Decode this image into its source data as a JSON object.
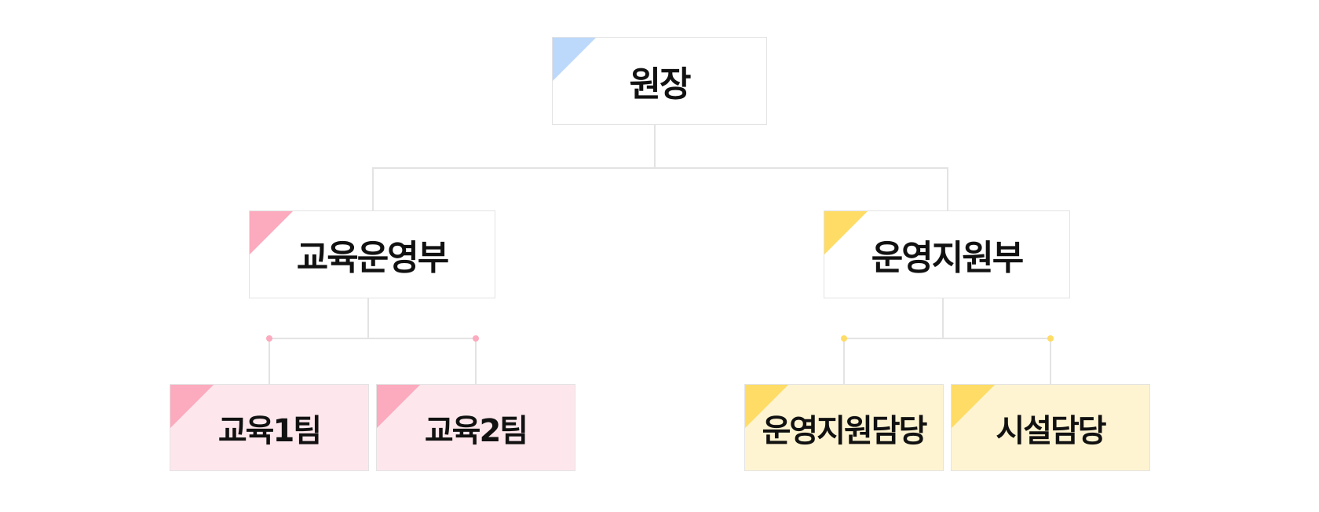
{
  "colors": {
    "blue": "#bcd8fb",
    "pink": "#fcaabd",
    "pink_fill": "#fde7ed",
    "yellow": "#ffdc65",
    "yellow_fill": "#fff4d1",
    "line": "#e3e3e3",
    "text": "#111111"
  },
  "root": {
    "label": "원장"
  },
  "departments": [
    {
      "label": "교육운영부",
      "teams": [
        {
          "label": "교육1팀"
        },
        {
          "label": "교육2팀"
        }
      ]
    },
    {
      "label": "운영지원부",
      "teams": [
        {
          "label": "운영지원담당"
        },
        {
          "label": "시설담당"
        }
      ]
    }
  ]
}
